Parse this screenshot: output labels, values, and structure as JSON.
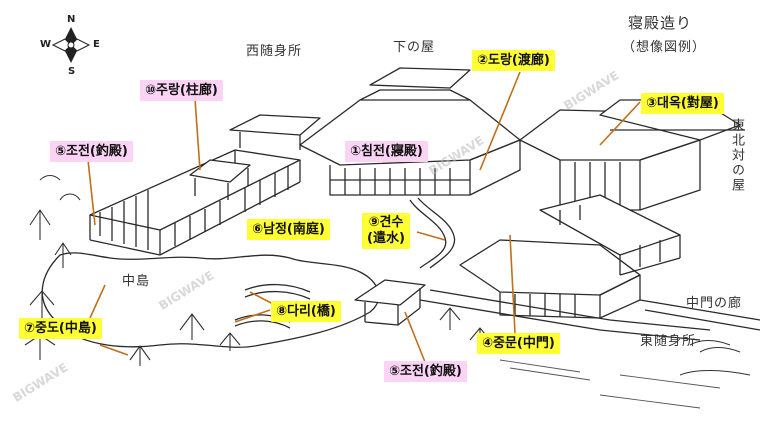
{
  "compass": {
    "n": "N",
    "s": "S",
    "e": "E",
    "w": "W"
  },
  "title": {
    "main": "寝殿造り",
    "sub": "（想像図例）"
  },
  "jp_labels": {
    "nishi_zuishin": "西随身所",
    "shimo_no_ya": "下の屋",
    "higashi_kita_tai": "東北対の屋",
    "nakajima": "中島",
    "chumon_no_ro": "中門の廊",
    "higashi_zuishin": "東随身所"
  },
  "labels": {
    "l1": "①침전(寢殿)",
    "l2": "②도랑(渡廊)",
    "l3": "③대옥(對屋)",
    "l4": "④중문(中門)",
    "l5a": "⑤조전(釣殿)",
    "l5b": "⑤조전(釣殿)",
    "l6": "⑥남정(南庭)",
    "l7": "⑦중도(中島)",
    "l8": "⑧다리(橋)",
    "l9_line1": "⑨견수",
    "l9_line2": "(遣水)",
    "l10": "⑩주랑(柱廊)"
  },
  "watermark": "BIGWAVE"
}
